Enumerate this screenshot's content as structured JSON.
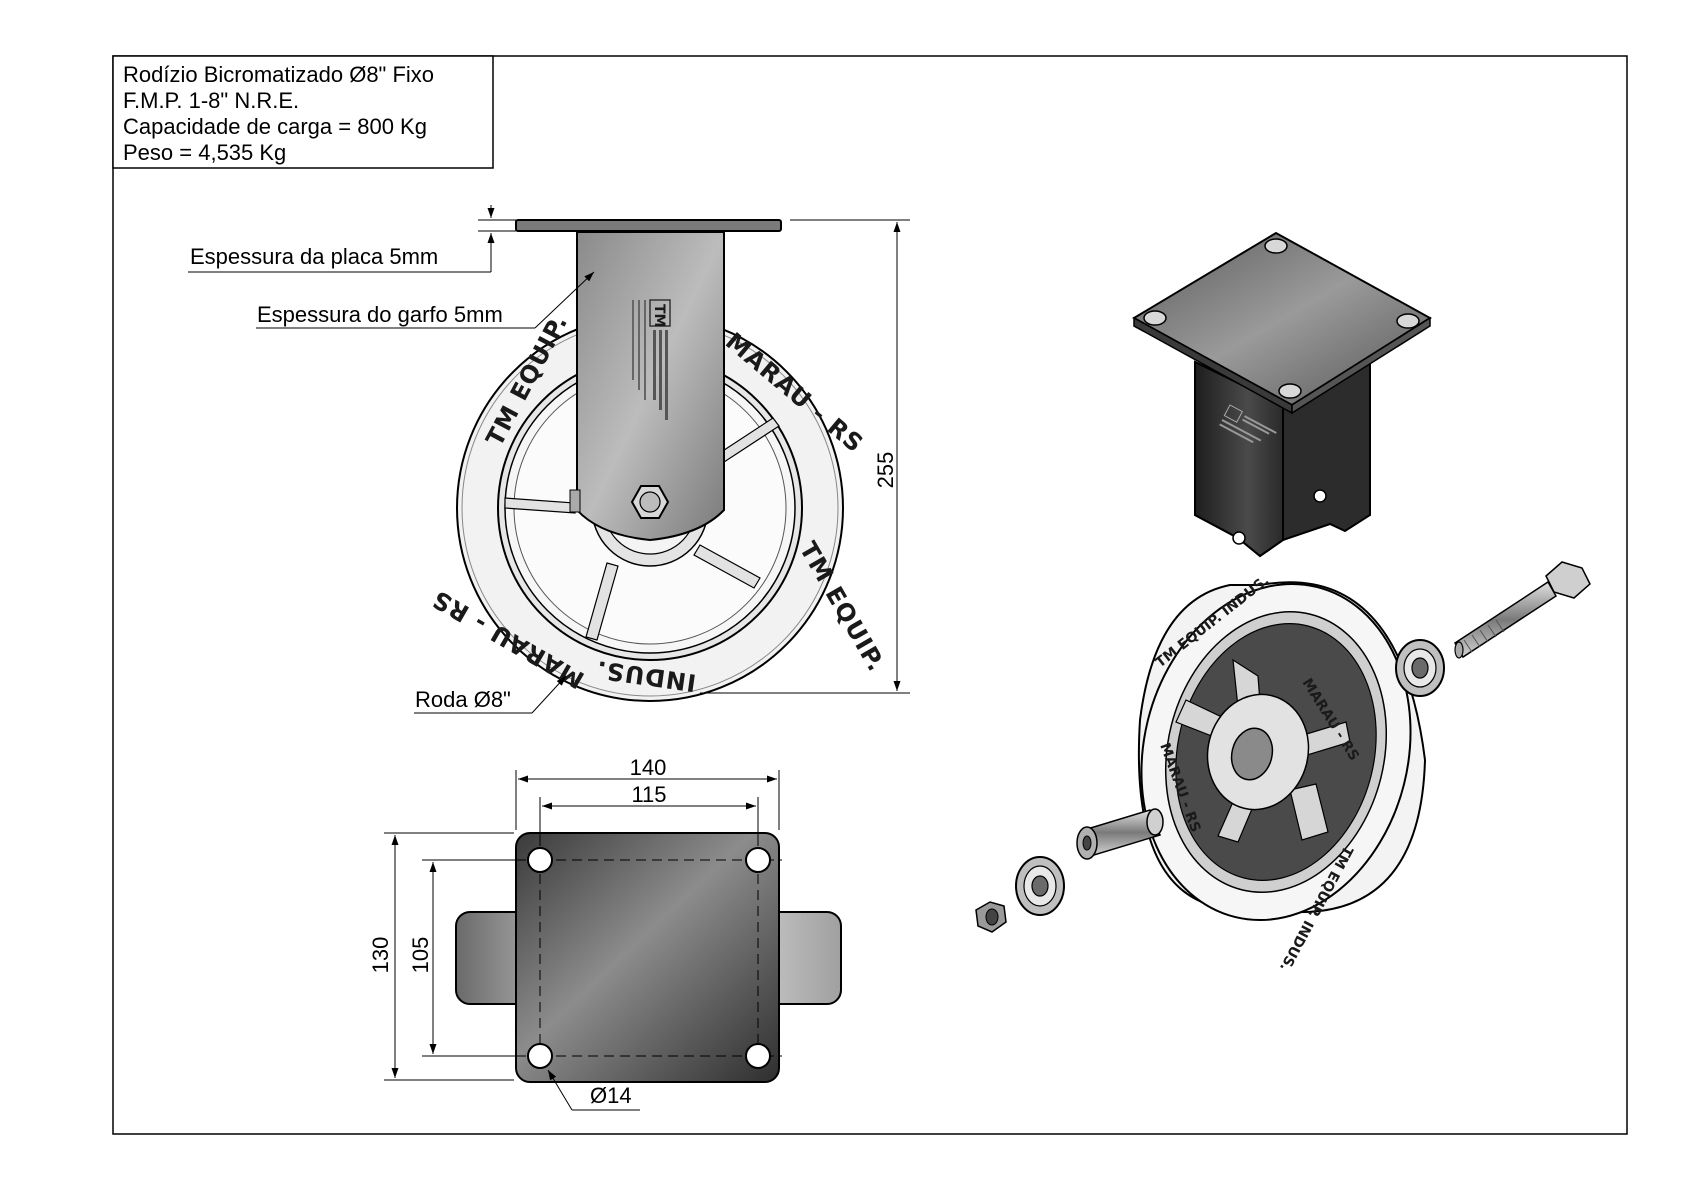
{
  "title_block": {
    "line1": "Rodízio Bicromatizado Ø8\" Fixo",
    "line2": "F.M.P. 1-8\" N.R.E.",
    "line3": "Capacidade de carga = 800 Kg",
    "line4": "Peso = 4,535 Kg"
  },
  "callouts": {
    "plate_thickness": "Espessura da placa 5mm",
    "fork_thickness": "Espessura do garfo 5mm",
    "wheel": "Roda Ø8\""
  },
  "dimensions": {
    "height": "255",
    "width_outer": "140",
    "width_holes": "115",
    "depth_outer": "130",
    "depth_holes": "105",
    "hole_diameter": "Ø14"
  },
  "rim_text": {
    "top_left": "TM EQUIP.",
    "top_right": "MARAU - RS",
    "bottom_right": "TM EQUIP.",
    "bottom": "INDUS.",
    "bottom_left": "MARAU - RS",
    "iso_upper": "TM EQUIP.  INDUS.",
    "iso_right": "MARAU - RS",
    "iso_lower": "TM EQUIP.  INDUS.",
    "iso_left": "MARAU - RS"
  },
  "colors": {
    "frame": "#000000",
    "steel_dark": "#4a4a4a",
    "steel_light": "#bdbdbd",
    "wheel": "#f0f0f0"
  }
}
